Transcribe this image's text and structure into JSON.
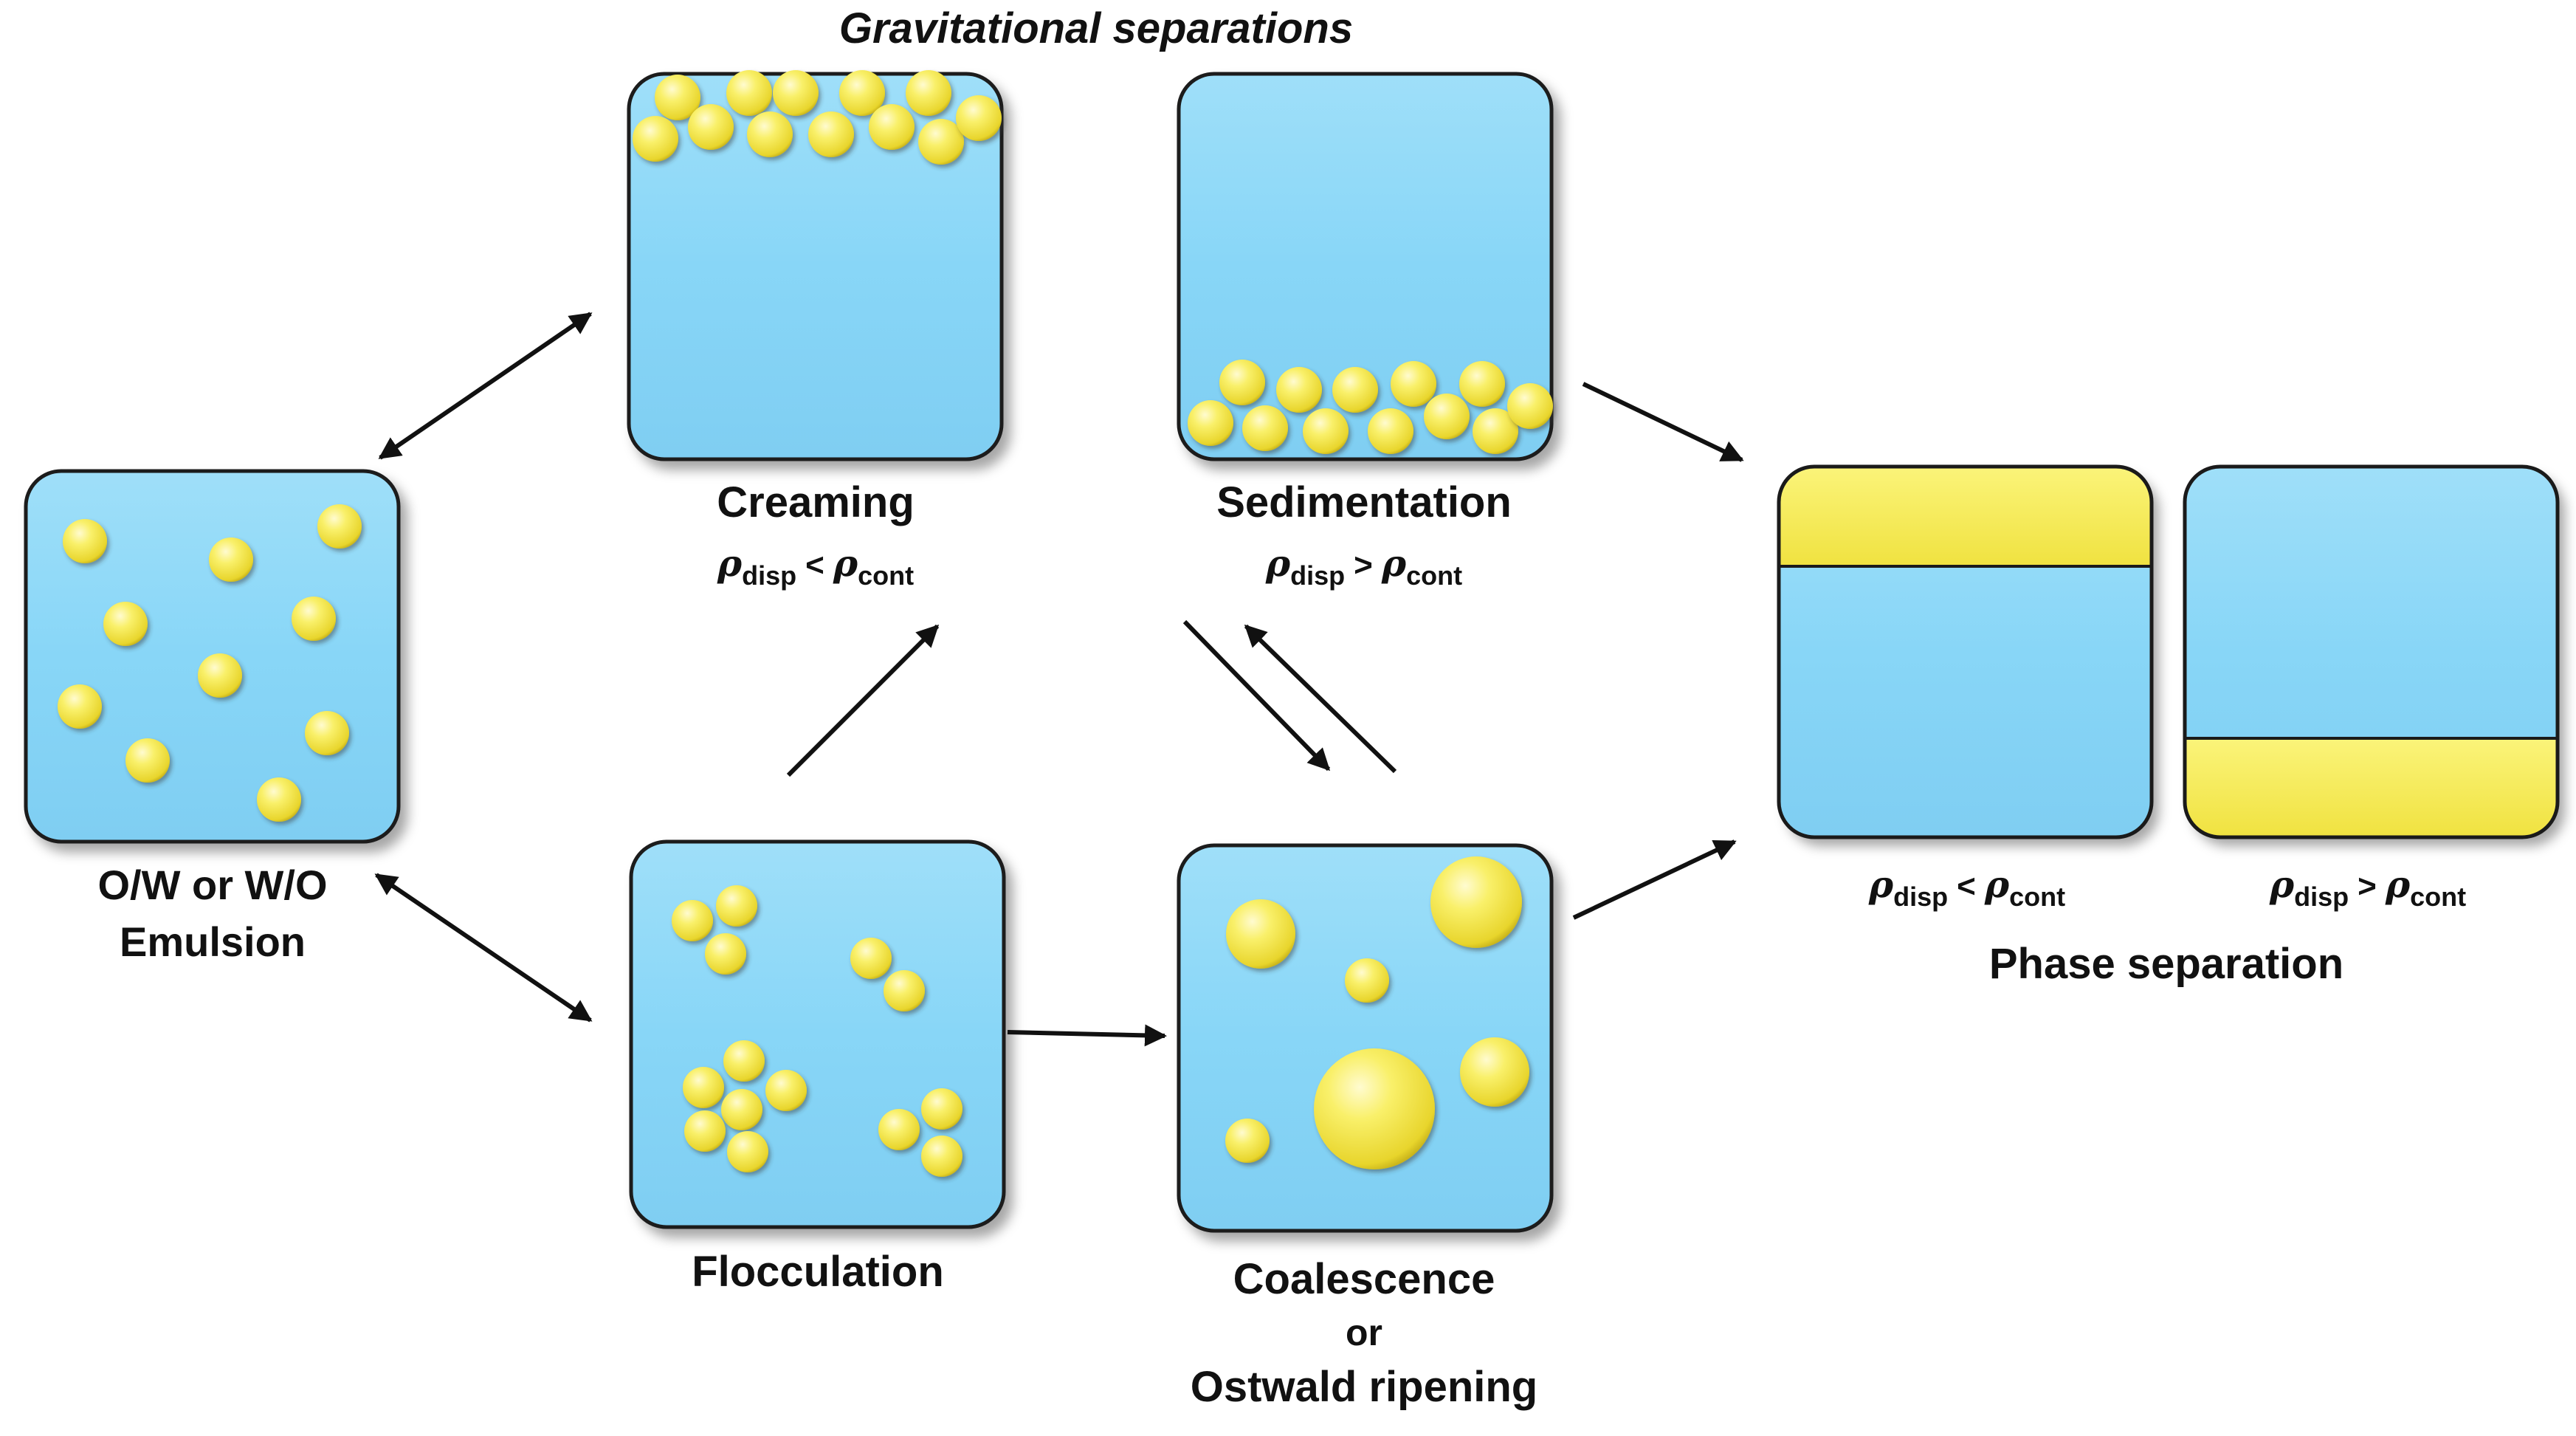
{
  "title": "Gravitational separations",
  "labels": {
    "emulsion_line1": "O/W or W/O",
    "emulsion_line2": "Emulsion",
    "creaming": "Creaming",
    "sedimentation": "Sedimentation",
    "flocculation": "Flocculation",
    "coalescence_line1": "Coalescence",
    "coalescence_line2": "or",
    "coalescence_line3": "Ostwald ripening",
    "phase_separation": "Phase separation"
  },
  "density": {
    "rho": "ρ",
    "disp": "disp",
    "cont": "cont",
    "less": "<",
    "greater": ">"
  },
  "colors": {
    "continuous_phase": "#88d6f7",
    "droplet": "#f5ea55",
    "box_border": "#1a1a1a",
    "arrow": "#111111",
    "text": "#111111"
  }
}
